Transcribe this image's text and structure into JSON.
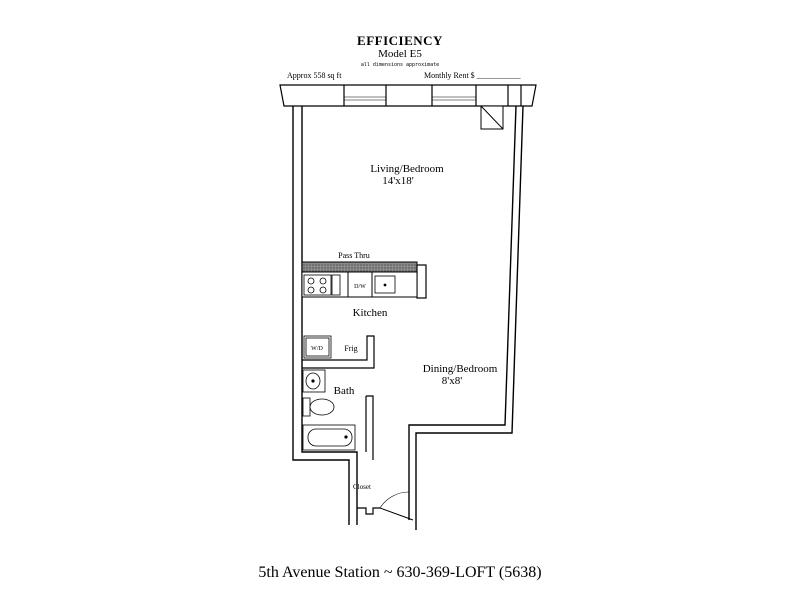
{
  "header": {
    "title": "EFFICIENCY",
    "model": "Model E5",
    "dimensions_note": "all dimensions approximate",
    "area": "Approx 558 sq ft",
    "rent": "Monthly Rent $ ___________"
  },
  "rooms": {
    "living_name": "Living/Bedroom",
    "living_size": "14'x18'",
    "pass_thru": "Pass Thru",
    "dishwasher": "D/W",
    "kitchen": "Kitchen",
    "washer_dryer": "W/D",
    "fridge": "Frig",
    "dining_name": "Dining/Bedroom",
    "dining_size": "8'x8'",
    "bath": "Bath",
    "closet": "Closet"
  },
  "footer": {
    "contact": "5th Avenue Station ~ 630-369-LOFT (5638)"
  }
}
